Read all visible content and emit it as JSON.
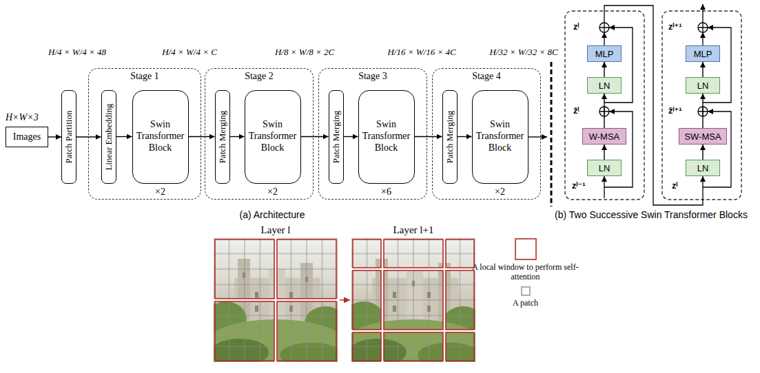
{
  "diagram": {
    "nodes": [
      {
        "text": [
          "Images"
        ]
      },
      {
        "text": [
          "Patch Partition"
        ]
      },
      {
        "text": [
          "Stage 1",
          "×2"
        ]
      },
      {
        "text": [
          "Linear Embedding"
        ],
        "in": 2
      },
      {
        "text": [
          "Swin Transformer Block"
        ],
        "in": 2
      },
      {
        "text": [
          "Stage 2",
          "×2"
        ]
      },
      {
        "text": [
          "Patch Merging"
        ],
        "in": 5
      },
      {
        "text": [
          "Swin Transformer Block"
        ],
        "in": 5
      },
      {
        "text": [
          "Stage 3",
          "×6"
        ]
      },
      {
        "text": [
          "Patch Merging"
        ],
        "in": 8
      },
      {
        "text": [
          "Swin Transformer Block"
        ],
        "in": 8
      },
      {
        "text": [
          "Stage 4",
          "×2"
        ]
      },
      {
        "text": [
          "Patch Merging"
        ],
        "in": 11
      },
      {
        "text": [
          "Swin Transformer Block"
        ],
        "in": 11
      },
      {
        "text": [
          "MLP"
        ]
      },
      {
        "text": [
          "LN"
        ]
      },
      {
        "text": [
          "W-MSA"
        ]
      },
      {
        "text": [
          "LN"
        ]
      },
      {
        "text": [
          "MLP"
        ]
      },
      {
        "text": [
          "LN"
        ]
      },
      {
        "text": [
          "SW-MSA"
        ]
      },
      {
        "text": [
          "LN"
        ]
      }
    ],
    "edges": [
      {
        "from": 0,
        "to": 1,
        "arrow": "to"
      },
      {
        "from": 1,
        "to": 3,
        "arrow": "to"
      },
      {
        "from": 3,
        "to": 4,
        "arrow": "to"
      },
      {
        "from": 4,
        "to": 6,
        "arrow": "to"
      },
      {
        "from": 6,
        "to": 7,
        "arrow": "to"
      },
      {
        "from": 7,
        "to": 9,
        "arrow": "to"
      },
      {
        "from": 9,
        "to": 10,
        "arrow": "to"
      },
      {
        "from": 10,
        "to": 12,
        "arrow": "to"
      },
      {
        "from": 12,
        "to": 13,
        "arrow": "to"
      },
      {
        "from": 17,
        "to": 16,
        "arrow": "to"
      },
      {
        "from": 16,
        "to": 15,
        "arrow": "to"
      },
      {
        "from": 15,
        "to": 14,
        "arrow": "to"
      },
      {
        "from": 21,
        "to": 20,
        "arrow": "to"
      },
      {
        "from": 20,
        "to": 19,
        "arrow": "to"
      },
      {
        "from": 19,
        "to": 18,
        "arrow": "to"
      }
    ],
    "labels": [
      "H×W×3",
      "H/4 × W/4 × 48",
      "H/4 × W/4 × C",
      "H/8 × W/8 × 2C",
      "H/16 × W/16 × 4C",
      "H/32 × W/32 × 8C",
      "zˡ",
      "ẑˡ",
      "zˡ⁻¹",
      "zˡ⁺¹",
      "ẑˡ⁺¹",
      "zˡ",
      "(a) Architecture",
      "(b) Two Successive Swin Transformer Blocks",
      "Layer l",
      "Layer l+1"
    ],
    "legend": [
      {
        "text": "A local window to perform self-attention"
      },
      {
        "text": "A patch"
      }
    ]
  }
}
